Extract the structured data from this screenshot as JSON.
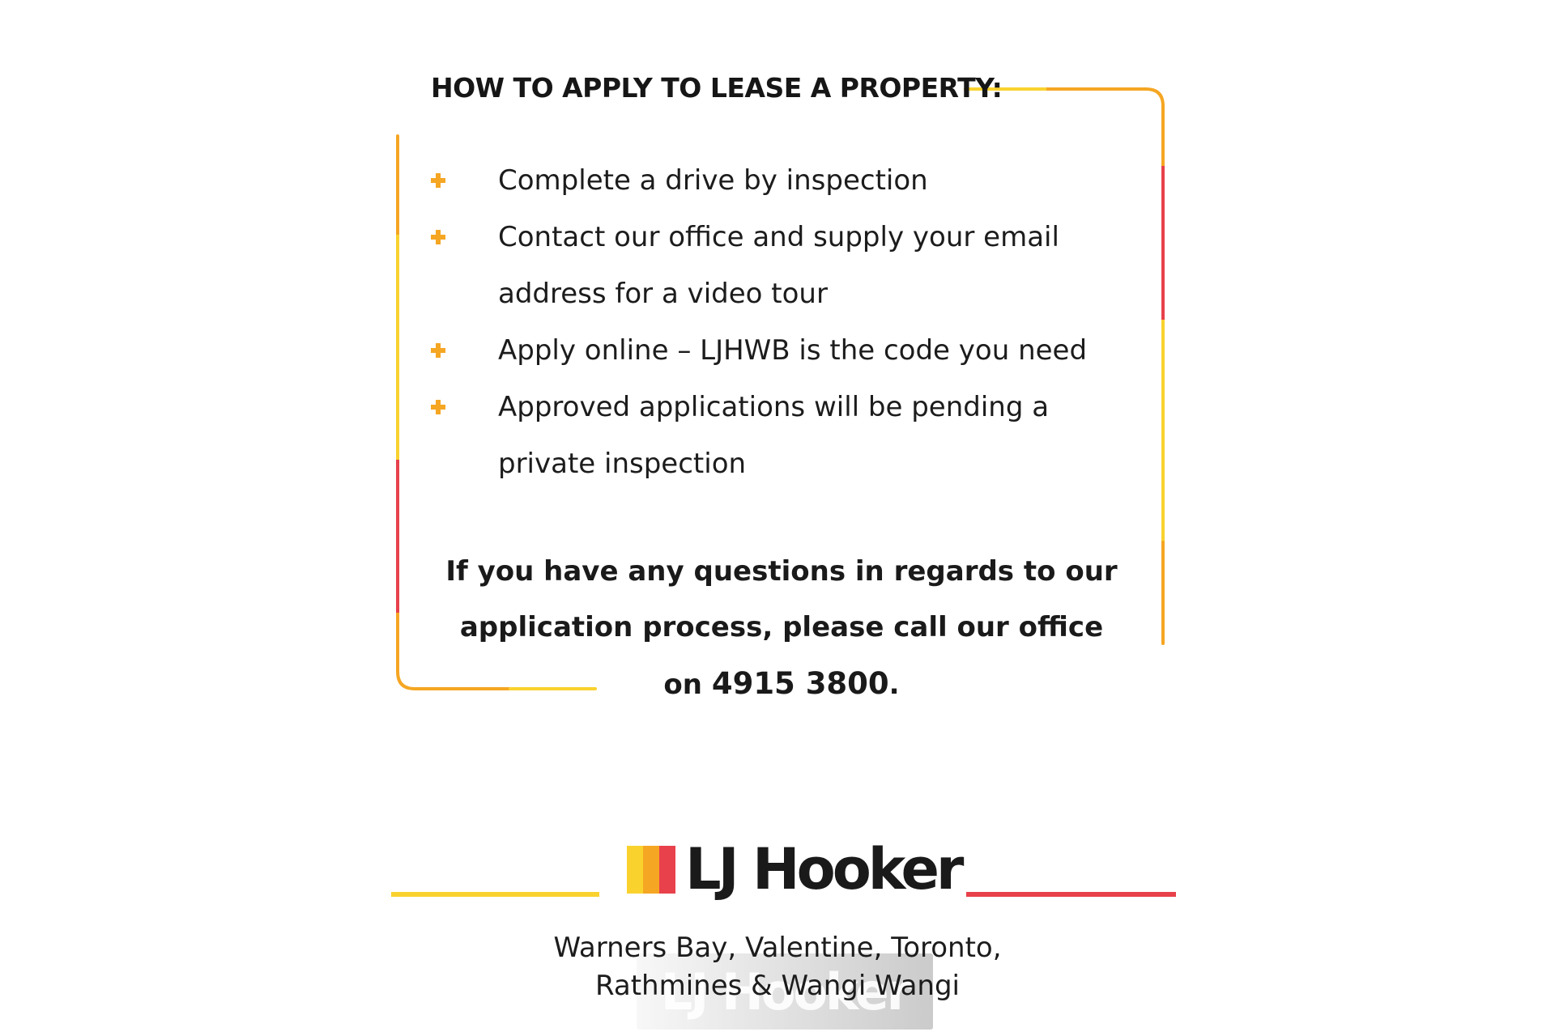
{
  "heading": "HOW TO APPLY TO LEASE A PROPERTY:",
  "steps": [
    {
      "text": "Complete a drive by inspection"
    },
    {
      "text": "Contact our office and supply your email address for a video tour"
    },
    {
      "text": "Apply online – LJHWB is the code you need"
    },
    {
      "text": "Approved applications will be pending a private inspection"
    }
  ],
  "contact": {
    "text": "If you have any questions in regards to our application process, please call our office on",
    "phone": "4915 3800",
    "suffix": "."
  },
  "brand": {
    "name": "LJ Hooker",
    "colors": {
      "yellow": "#F9D22E",
      "orange": "#F5A623",
      "red": "#E8414B"
    }
  },
  "locations": {
    "line1": "Warners Bay, Valentine, Toronto,",
    "line2": "Rathmines & Wangi Wangi"
  },
  "watermark": {
    "text": "LJ Hooker"
  },
  "icons": {
    "bullet": "plus-icon"
  }
}
